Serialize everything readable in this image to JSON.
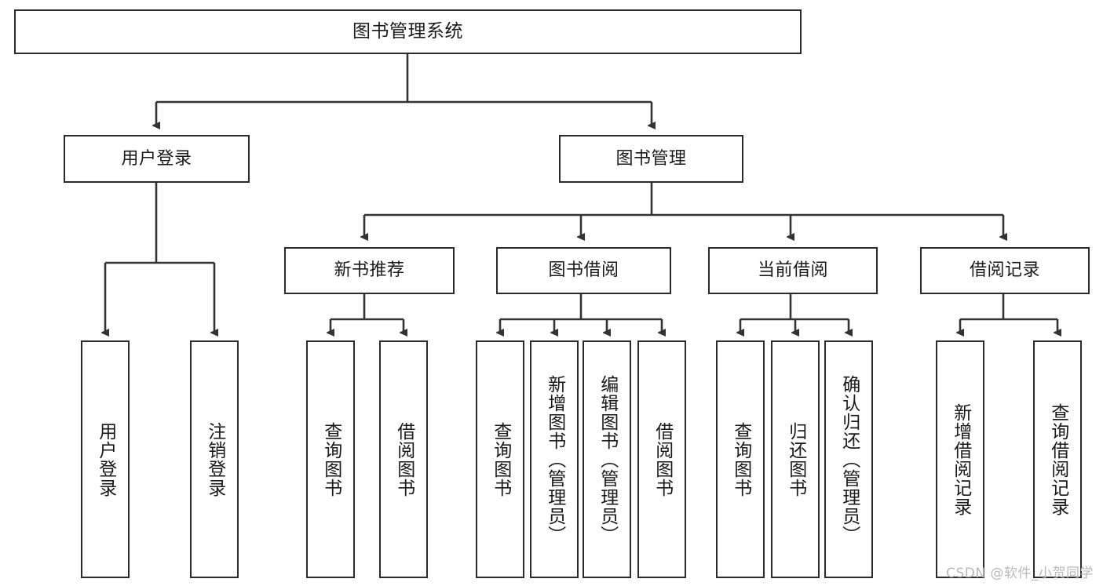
{
  "diagram": {
    "title": "图书管理系统",
    "type": "tree-hierarchy",
    "style": {
      "box_border_color": "#2b2b2b",
      "box_fill_color": "#ffffff",
      "connector_color": "#333333",
      "background_color": "#ffffff",
      "watermark_color": "#b9b9b9"
    },
    "watermark": "CSDN @软件_小贺同学",
    "nodes": {
      "root": {
        "label": "图书管理系统"
      },
      "level1": [
        {
          "label": "用户登录"
        },
        {
          "label": "图书管理"
        }
      ],
      "level2": [
        {
          "label": "新书推荐"
        },
        {
          "label": "图书借阅"
        },
        {
          "label": "当前借阅"
        },
        {
          "label": "借阅记录"
        }
      ],
      "leaves_user_login": [
        {
          "label": "用户登录"
        },
        {
          "label": "注销登录"
        }
      ],
      "leaves_new_book": [
        {
          "label": "查询图书"
        },
        {
          "label": "借阅图书"
        }
      ],
      "leaves_borrow": [
        {
          "label": "查询图书"
        },
        {
          "label": "新增图书（管理员）"
        },
        {
          "label": "编辑图书（管理员）"
        },
        {
          "label": "借阅图书"
        }
      ],
      "leaves_current": [
        {
          "label": "查询图书"
        },
        {
          "label": "归还图书"
        },
        {
          "label": "确认归还（管理员）"
        }
      ],
      "leaves_records": [
        {
          "label": "新增借阅记录"
        },
        {
          "label": "查询借阅记录"
        }
      ]
    }
  }
}
